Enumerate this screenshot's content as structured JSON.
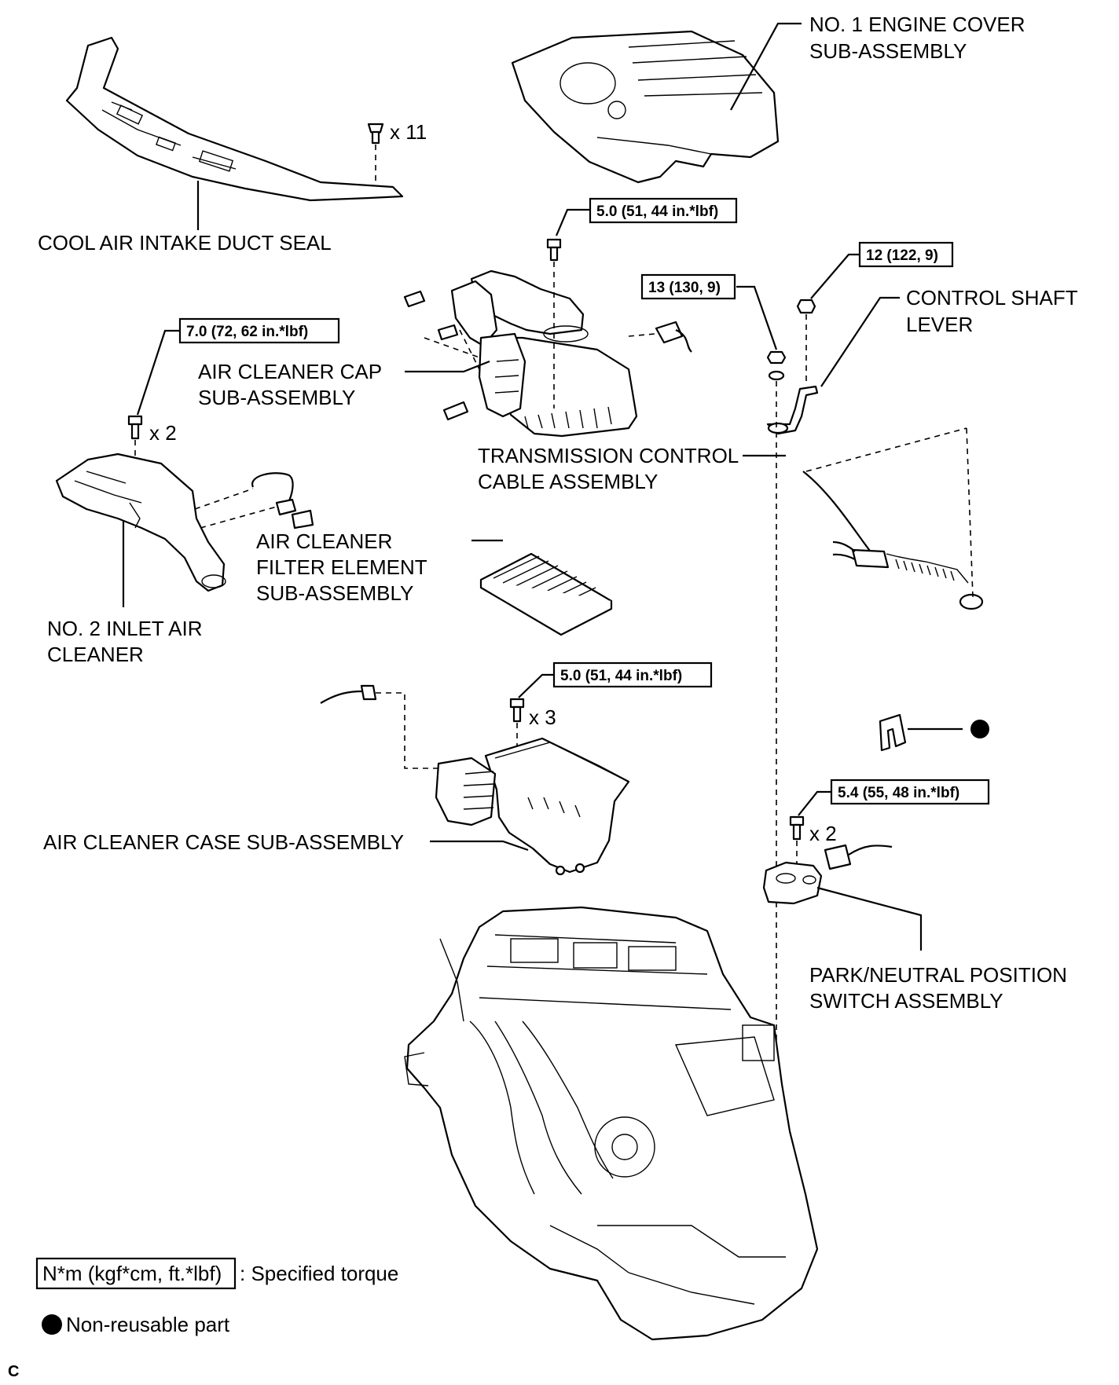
{
  "parts": {
    "engine_cover": [
      "NO. 1 ENGINE COVER",
      "SUB-ASSEMBLY"
    ],
    "duct_seal": [
      "COOL AIR INTAKE DUCT SEAL"
    ],
    "cleaner_cap": [
      "AIR CLEANER CAP",
      "SUB-ASSEMBLY"
    ],
    "control_shaft_lever": [
      "CONTROL SHAFT",
      "LEVER"
    ],
    "trans_cable": [
      "TRANSMISSION CONTROL",
      "CABLE ASSEMBLY"
    ],
    "filter_element": [
      "AIR CLEANER",
      "FILTER ELEMENT",
      "SUB-ASSEMBLY"
    ],
    "inlet_air_cleaner": [
      "NO. 2 INLET AIR",
      "CLEANER"
    ],
    "cleaner_case": [
      "AIR CLEANER CASE SUB-ASSEMBLY"
    ],
    "pnp_switch": [
      "PARK/NEUTRAL POSITION",
      "SWITCH ASSEMBLY"
    ]
  },
  "torques": {
    "cap_bolt": "5.0 (51, 44 in.*lbf)",
    "inlet_bolt": "7.0 (72, 62 in.*lbf)",
    "lever_nut": "12 (122, 9)",
    "cable_nut": "13 (130, 9)",
    "case_bolt": "5.0 (51, 44 in.*lbf)",
    "switch_bolt": "5.4 (55, 48 in.*lbf)"
  },
  "quantities": {
    "duct_clips": "x 11",
    "inlet_bolts": "x 2",
    "case_bolts": "x 3",
    "switch_bolts": "x 2"
  },
  "legend": {
    "torque_unit": "N*m (kgf*cm, ft.*lbf)",
    "torque_desc": ": Specified torque",
    "nonreusable_desc": "Non-reusable part"
  },
  "corner_code": "C"
}
